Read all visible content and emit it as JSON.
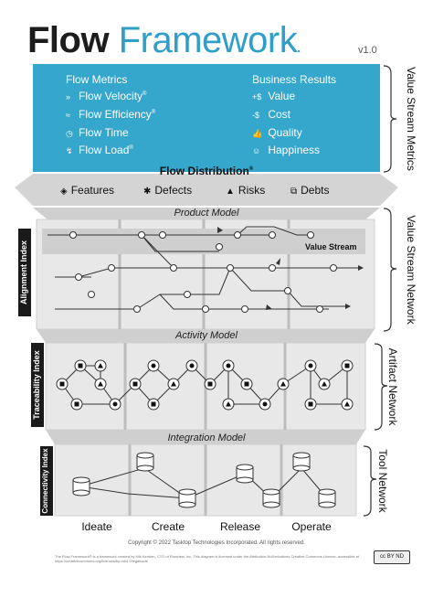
{
  "header": {
    "title_part1": "Flow",
    "title_part2": "Framework",
    "title_dot": ".",
    "version": "v1.0"
  },
  "flow_metrics": {
    "heading": "Flow Metrics",
    "items": [
      {
        "icon": "velocity-icon",
        "glyph": "»",
        "label": "Flow Velocity",
        "mark": "®"
      },
      {
        "icon": "efficiency-icon",
        "glyph": "≈",
        "label": "Flow Efficiency",
        "mark": "®"
      },
      {
        "icon": "time-icon",
        "glyph": "◷",
        "label": "Flow Time",
        "mark": ""
      },
      {
        "icon": "load-icon",
        "glyph": "↯",
        "label": "Flow Load",
        "mark": "®"
      }
    ]
  },
  "business_results": {
    "heading": "Business Results",
    "items": [
      {
        "icon": "value-icon",
        "glyph": "+$",
        "label": "Value"
      },
      {
        "icon": "cost-icon",
        "glyph": "-$",
        "label": "Cost"
      },
      {
        "icon": "quality-icon",
        "glyph": "👍",
        "label": "Quality"
      },
      {
        "icon": "happiness-icon",
        "glyph": "☺",
        "label": "Happiness"
      }
    ]
  },
  "flow_distribution": {
    "title": "Flow Distribution",
    "mark": "®",
    "items": [
      {
        "icon": "features-icon",
        "glyph": "◈",
        "label": "Features"
      },
      {
        "icon": "defects-icon",
        "glyph": "✱",
        "label": "Defects"
      },
      {
        "icon": "risks-icon",
        "glyph": "▲",
        "label": "Risks"
      },
      {
        "icon": "debts-icon",
        "glyph": "⧉",
        "label": "Debts"
      }
    ]
  },
  "bands": {
    "product_model": "Product Model",
    "activity_model": "Activity Model",
    "integration_model": "Integration Model",
    "value_stream_label": "Value Stream"
  },
  "left_labels": {
    "alignment": "Alignment Index",
    "traceability": "Traceability Index",
    "connectivity": "Connectivity Index"
  },
  "right_labels": {
    "metrics": "Value Stream Metrics",
    "network": "Value Stream Network",
    "artifact": "Artifact Network",
    "tool": "Tool Network"
  },
  "stages": [
    "Ideate",
    "Create",
    "Release",
    "Operate"
  ],
  "footer": {
    "copyright": "Copyright © 2022 Tasktop Technologies Incorporated. All rights reserved.",
    "footnote": "The Flow Framework® is a framework created by Mik Kersten, CTO of Planview, Inc. This diagram is licensed under the Attribution-NoDerivatives Creative Commons License, accessible at https://creativecommons.org/licenses/by-nd/4.0/legalcode",
    "license_badge": "cc  BY  ND"
  },
  "colors": {
    "accent": "#35a6cc",
    "dark": "#1a1a1a",
    "panel": "#e6e6e6"
  }
}
